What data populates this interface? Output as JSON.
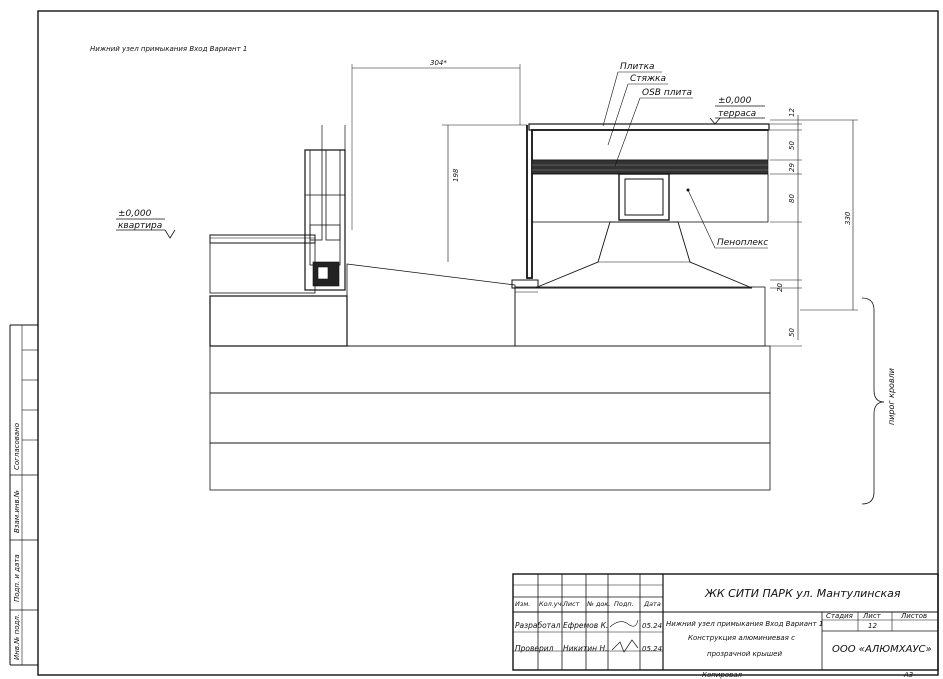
{
  "drawing": {
    "title": "Нижний узел примыкания Вход Вариант 1",
    "dim_top": "304*",
    "dim_198": "198",
    "dim_330": "330",
    "dim_12": "12",
    "dim_50_top": "50",
    "dim_29": "29",
    "dim_80": "80",
    "dim_20": "20",
    "dim_50_bottom": "50",
    "level_apartment_value": "±0,000",
    "level_apartment_label": "квартира",
    "level_terrace_value": "±0,000",
    "level_terrace_label": "терраса",
    "leader_tile": "Плитка",
    "leader_screed": "Стяжка",
    "leader_osb": "OSB плита",
    "leader_penoplex": "Пеноплекс",
    "roof_pie": "пирог кровли"
  },
  "margin_stamp": {
    "cells": [
      "Инв.№ подл.",
      "Подп. и дата",
      "Взам.инв.№",
      "Согласовано"
    ]
  },
  "title_block": {
    "col_headers": [
      "Изм.",
      "Кол.уч.",
      "Лист",
      "№ док.",
      "Подп.",
      "Дата"
    ],
    "row1": {
      "role": "Разработал",
      "name": "Ефремов К.",
      "date": "05.24"
    },
    "row2": {
      "role": "Проверил",
      "name": "Никитин Н.",
      "date": "05.24"
    },
    "project": "ЖК СИТИ ПАРК ул. Мантулинская",
    "sheet_title_lines": [
      "Нижний узел примыкания Вход Вариант 1",
      "Конструкция алюминиевая с",
      "прозрачной крышей"
    ],
    "stage_label": "Стадия",
    "sheet_label": "Лист",
    "sheets_label": "Листов",
    "sheet_number": "12",
    "company": "ООО «АЛЮМХАУС»"
  },
  "footer": {
    "copied": "Копировал",
    "format": "А3"
  }
}
